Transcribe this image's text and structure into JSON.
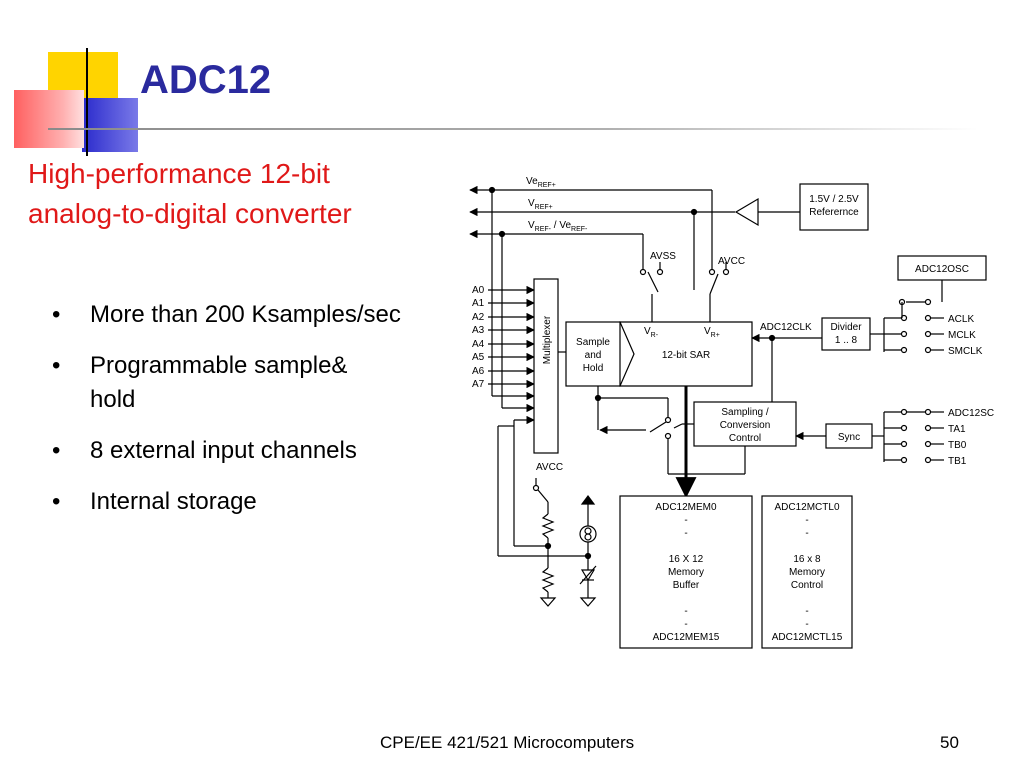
{
  "slide": {
    "title": "ADC12",
    "subtitle_line1": "High-performance 12-bit",
    "subtitle_line2": "analog-to-digital converter",
    "bullets": [
      "More than 200 Ksamples/sec",
      "Programmable sample&",
      "hold",
      "8 external input channels",
      "Internal storage"
    ],
    "bullet_glyph": "•",
    "footer": "CPE/EE 421/521 Microcomputers",
    "page_number": "50",
    "colors": {
      "title": "#2a2a9e",
      "subtitle": "#e01818",
      "deco_yellow": "#ffd400",
      "deco_red": "#f02020",
      "deco_blue": "#3030c8"
    }
  },
  "diagram": {
    "ref_lines": {
      "veref_plus": "Ve",
      "veref_plus_sub": "REF+",
      "vref_plus": "V",
      "vref_plus_sub": "REF+",
      "vref_minus": "V",
      "vref_minus_sub": "REF-",
      "slash": " / ",
      "veref_minus": "Ve",
      "veref_minus_sub": "REF-"
    },
    "reference": {
      "line1": "1.5V / 2.5V",
      "line2": "Referernce"
    },
    "supplies": {
      "avss": "AVSS",
      "avcc": "AVCC",
      "avcc_lower": "AVCC"
    },
    "inputs": [
      "A0",
      "A1",
      "A2",
      "A3",
      "A4",
      "A5",
      "A6",
      "A7"
    ],
    "multiplexer": "Multiplexer",
    "sample_hold": {
      "line1": "Sample",
      "line2": "and",
      "line3": "Hold"
    },
    "sar": {
      "vr_minus": "V",
      "vr_minus_sub": "R-",
      "vr_plus": "V",
      "vr_plus_sub": "R+",
      "label": "12-bit SAR"
    },
    "clock": {
      "adc12clk": "ADC12CLK",
      "divider_line1": "Divider",
      "divider_line2": "1 .. 8",
      "osc": "ADC12OSC",
      "sources": [
        "ACLK",
        "MCLK",
        "SMCLK"
      ]
    },
    "sampling": {
      "line1": "Sampling /",
      "line2": "Conversion",
      "line3": "Control"
    },
    "sync": "Sync",
    "triggers": [
      "ADC12SC",
      "TA1",
      "TB0",
      "TB1"
    ],
    "mem_buffer": {
      "top": "ADC12MEM0",
      "dash": "-",
      "line1": "16 X 12",
      "line2": "Memory",
      "line3": "Buffer",
      "bottom": "ADC12MEM15"
    },
    "mem_control": {
      "top": "ADC12MCTL0",
      "dash": "-",
      "line1": "16 x 8",
      "line2": "Memory",
      "line3": "Control",
      "bottom": "ADC12MCTL15"
    }
  }
}
